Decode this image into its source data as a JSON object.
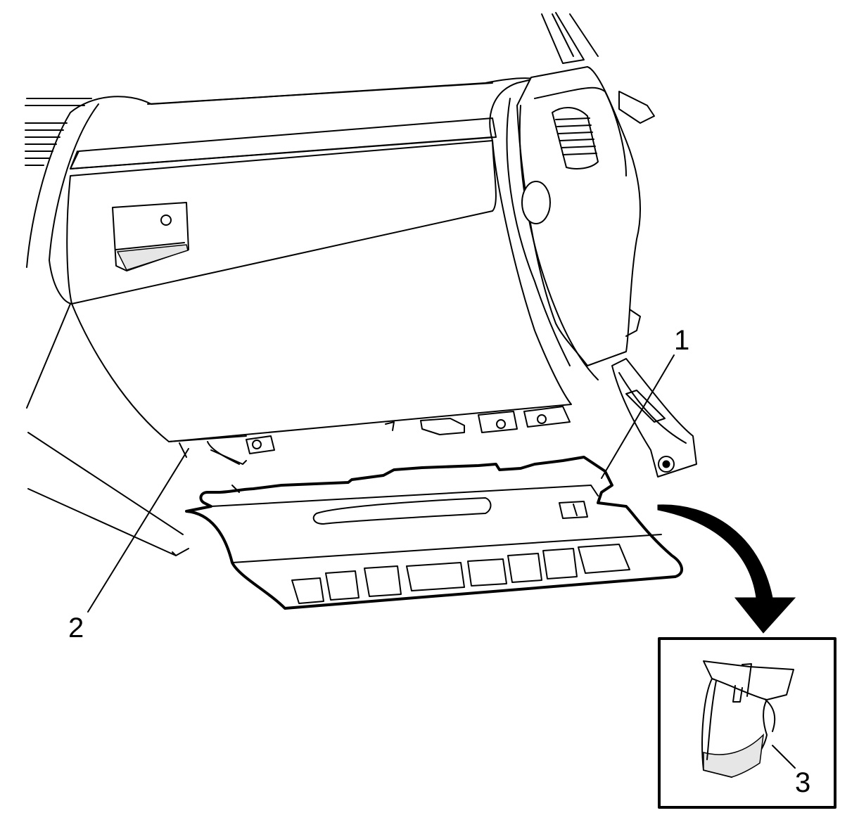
{
  "callouts": [
    {
      "id": "1",
      "label": "1"
    },
    {
      "id": "2",
      "label": "2"
    },
    {
      "id": "3",
      "label": "3"
    }
  ],
  "colors": {
    "line": "#000000",
    "background": "#ffffff",
    "shade": "#e6e6e6"
  }
}
